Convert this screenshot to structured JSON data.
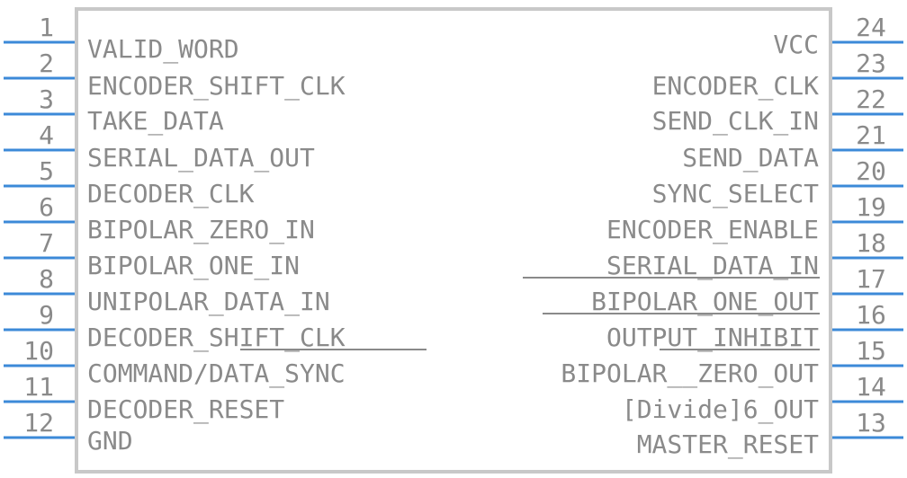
{
  "left_pins": [
    {
      "num": "1",
      "label": "VALID_WORD"
    },
    {
      "num": "2",
      "label": "ENCODER_SHIFT_CLK"
    },
    {
      "num": "3",
      "label": "TAKE_DATA"
    },
    {
      "num": "4",
      "label": "SERIAL_DATA_OUT"
    },
    {
      "num": "5",
      "label": "DECODER_CLK"
    },
    {
      "num": "6",
      "label": "BIPOLAR_ZERO_IN"
    },
    {
      "num": "7",
      "label": "BIPOLAR_ONE_IN"
    },
    {
      "num": "8",
      "label": "UNIPOLAR_DATA_IN"
    },
    {
      "num": "9",
      "label": "DECODER_SHIFT_CLK"
    },
    {
      "num": "10",
      "label": "COMMAND/DATA_SYNC"
    },
    {
      "num": "11",
      "label": "DECODER_RESET"
    },
    {
      "num": "12",
      "label": "GND"
    }
  ],
  "right_pins": [
    {
      "num": "24",
      "label": "VCC"
    },
    {
      "num": "23",
      "label": "ENCODER_CLK"
    },
    {
      "num": "22",
      "label": "SEND_CLK_IN"
    },
    {
      "num": "21",
      "label": "SEND_DATA"
    },
    {
      "num": "20",
      "label": "SYNC_SELECT"
    },
    {
      "num": "19",
      "label": "ENCODER_ENABLE"
    },
    {
      "num": "18",
      "label": "SERIAL_DATA_IN"
    },
    {
      "num": "17",
      "label": "BIPOLAR_ONE_OUT"
    },
    {
      "num": "16",
      "label": "OUTPUT_INHIBIT"
    },
    {
      "num": "15",
      "label": "BIPOLAR__ZERO_OUT"
    },
    {
      "num": "14",
      "label": "[Divide]6_OUT"
    },
    {
      "num": "13",
      "label": "MASTER_RESET"
    }
  ],
  "colors": {
    "body_stroke": "#c8c8c8",
    "pin_line": "#3c8ad8",
    "text": "#8a8a8a"
  }
}
